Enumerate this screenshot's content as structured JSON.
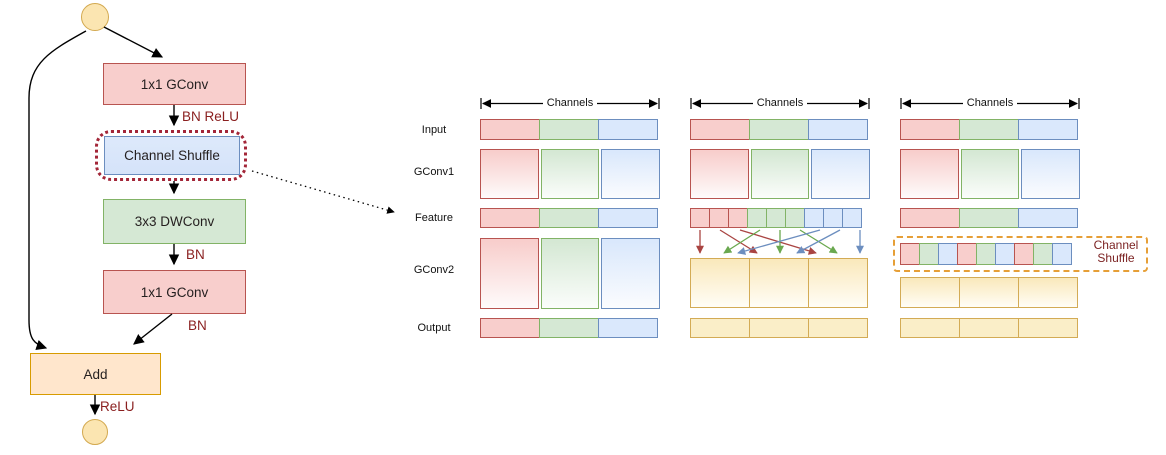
{
  "flowchart": {
    "gconv1_label": "1x1 GConv",
    "shuffle_label": "Channel Shuffle",
    "dwconv_label": "3x3 DWConv",
    "gconv2_label": "1x1 GConv",
    "add_label": "Add",
    "edge_bn_relu": "BN ReLU",
    "edge_bn_after_dwconv": "BN",
    "edge_bn_after_gconv2": "BN",
    "edge_relu": "ReLU"
  },
  "channel_panel": {
    "channels_header": "Channels",
    "row_labels": [
      "Input",
      "GConv1",
      "Feature",
      "GConv2",
      "Output"
    ],
    "shuffle_note_line1": "Channel",
    "shuffle_note_line2": "Shuffle",
    "group_colors": [
      "red",
      "green",
      "blue"
    ],
    "feature_group_order": [
      "red",
      "red",
      "red",
      "green",
      "green",
      "green",
      "blue",
      "blue",
      "blue"
    ],
    "shuffled_order": [
      "red",
      "green",
      "blue",
      "red",
      "green",
      "blue",
      "red",
      "green",
      "blue"
    ]
  },
  "colors": {
    "red_fill": "#f8cecc",
    "red_stroke": "#b85450",
    "green_fill": "#d5e8d4",
    "green_stroke": "#82b366",
    "blue_fill": "#dae8fc",
    "blue_stroke": "#6c8ebf",
    "yellow_fill": "#faeec8",
    "yellow_stroke": "#d3ab55",
    "orange_fill": "#ffe6cc",
    "orange_stroke": "#d79b00",
    "circle_fill": "#fbe5b1",
    "shuffle_dotted_outline": "#a32638",
    "note_dashed_outline": "#e69f37",
    "annotation_text": "#8a1f1f"
  }
}
